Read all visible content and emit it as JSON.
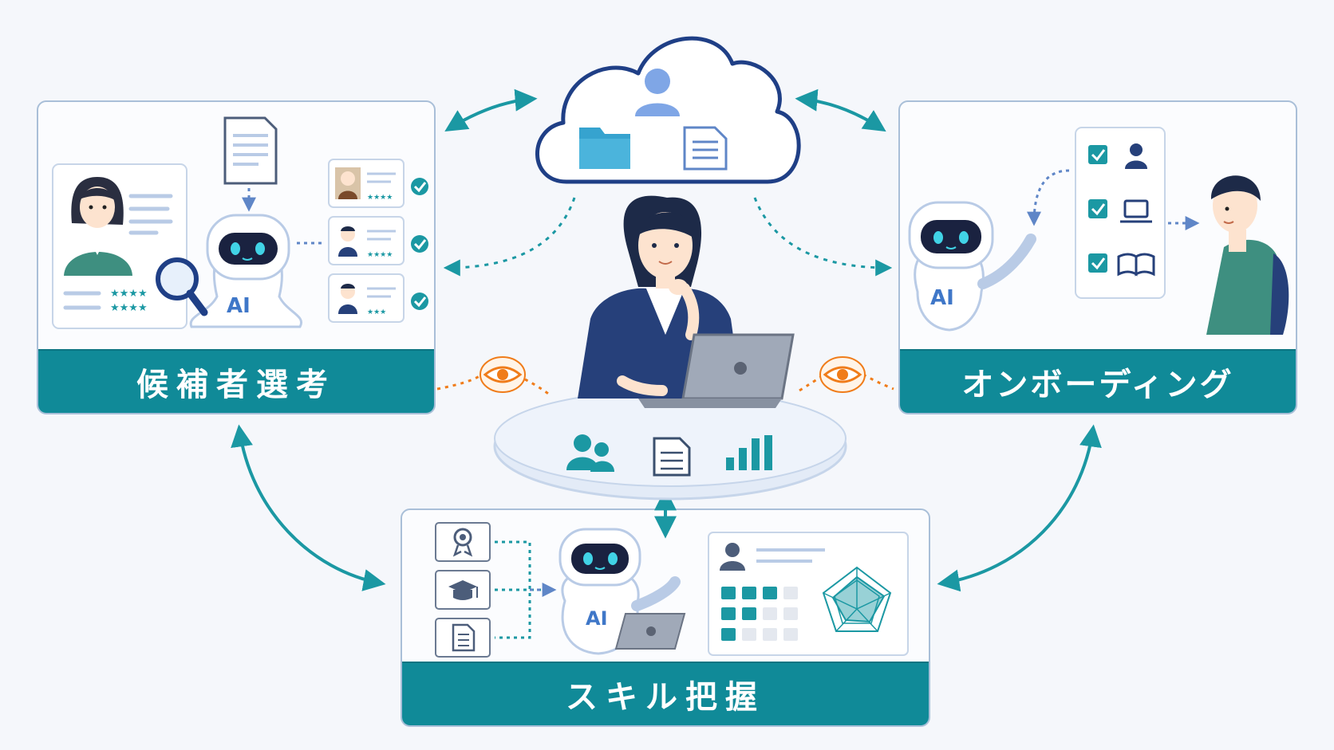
{
  "panels": {
    "candidate_selection": {
      "label": "候補者選考",
      "robot_label": "AI"
    },
    "onboarding": {
      "label": "オンボーディング",
      "robot_label": "AI"
    },
    "skill_assessment": {
      "label": "スキル把握",
      "robot_label": "AI"
    }
  },
  "colors": {
    "teal": "#108a98",
    "navy": "#1f3f86",
    "border": "#a9bfd8",
    "arrow": "#1b98a3",
    "eye_orange": "#f07c1a"
  },
  "icons": [
    "cloud-icon",
    "user-icon",
    "folder-icon",
    "document-icon",
    "robot-icon",
    "magnifier-icon",
    "checkbox-icon",
    "laptop-icon",
    "book-icon",
    "eye-icon",
    "team-icon",
    "bar-chart-icon",
    "certificate-icon",
    "graduation-cap-icon",
    "radar-chart-icon"
  ]
}
